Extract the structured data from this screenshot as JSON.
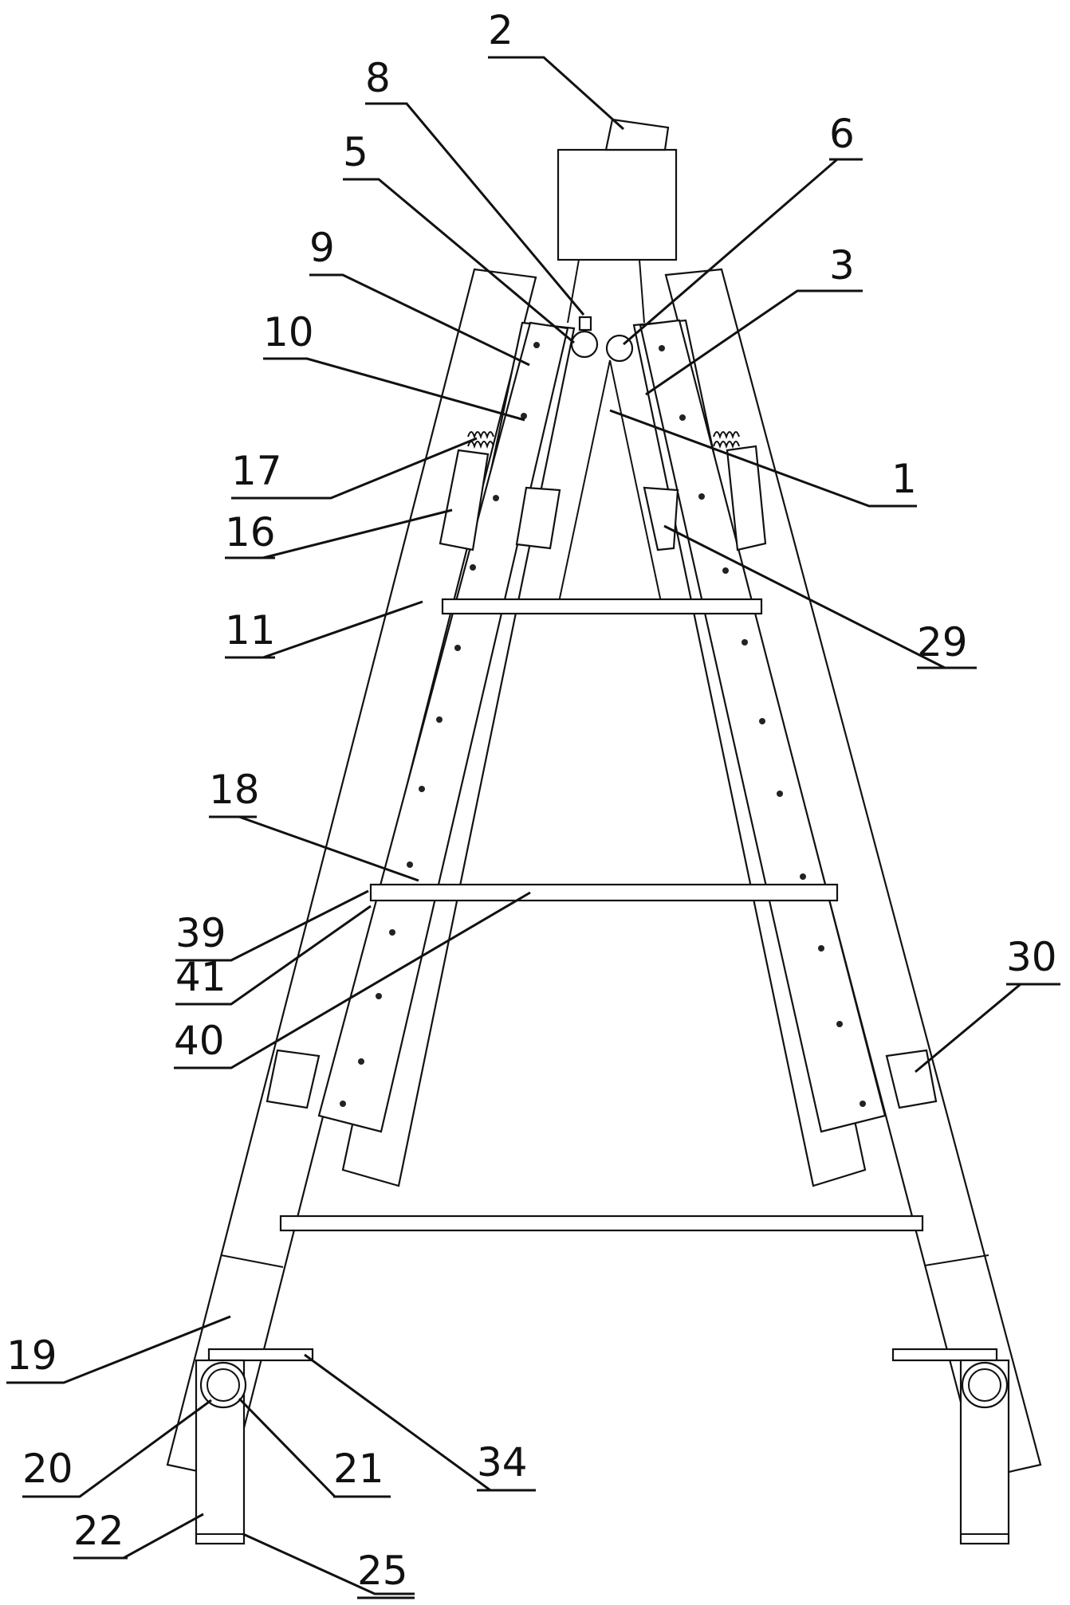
{
  "figure": {
    "labels": [
      {
        "id": "l2",
        "text": "2"
      },
      {
        "id": "l8",
        "text": "8"
      },
      {
        "id": "l5",
        "text": "5"
      },
      {
        "id": "l6",
        "text": "6"
      },
      {
        "id": "l9",
        "text": "9"
      },
      {
        "id": "l3",
        "text": "3"
      },
      {
        "id": "l10",
        "text": "10"
      },
      {
        "id": "l17",
        "text": "17"
      },
      {
        "id": "l1",
        "text": "1"
      },
      {
        "id": "l16",
        "text": "16"
      },
      {
        "id": "l11",
        "text": "11"
      },
      {
        "id": "l29",
        "text": "29"
      },
      {
        "id": "l18",
        "text": "18"
      },
      {
        "id": "l39",
        "text": "39"
      },
      {
        "id": "l41",
        "text": "41"
      },
      {
        "id": "l30",
        "text": "30"
      },
      {
        "id": "l40",
        "text": "40"
      },
      {
        "id": "l19",
        "text": "19"
      },
      {
        "id": "l20",
        "text": "20"
      },
      {
        "id": "l21",
        "text": "21"
      },
      {
        "id": "l34",
        "text": "34"
      },
      {
        "id": "l22",
        "text": "22"
      },
      {
        "id": "l25",
        "text": "25"
      }
    ]
  }
}
